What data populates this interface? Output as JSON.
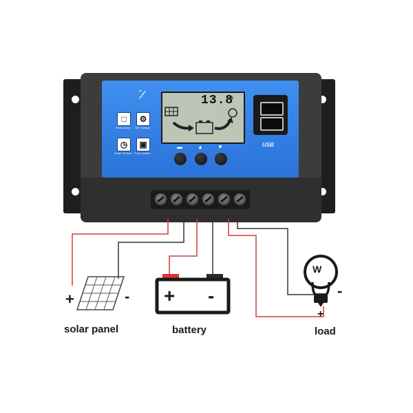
{
  "controller": {
    "logo_text": "˙∕",
    "lcd_voltage": "13.8",
    "lcd_unit": "V",
    "functions": [
      {
        "icon": "mode-icon",
        "glyph": "□",
        "label": "MOD select"
      },
      {
        "icon": "gear-icon",
        "glyph": "⚙",
        "label": "SET voltage"
      },
      {
        "icon": "clock-icon",
        "glyph": "◷",
        "label": "Mode 24 timer"
      },
      {
        "icon": "lock-icon",
        "glyph": "▣",
        "label": "FULL protect"
      }
    ],
    "keys": [
      {
        "name": "menu-key",
        "glyph": "▬"
      },
      {
        "name": "up-key",
        "glyph": "▲"
      },
      {
        "name": "down-key",
        "glyph": "▼"
      }
    ],
    "usb_label": "USB",
    "terminal_count": 6
  },
  "diagram": {
    "labels": {
      "solar_panel": "solar panel",
      "battery": "battery",
      "load": "load"
    },
    "signs": {
      "solar_plus": "+",
      "solar_minus": "-",
      "battery_plus": "+",
      "battery_minus": "-",
      "load_minus": "-",
      "load_plus": "+",
      "bulb_letter": "W"
    },
    "colors": {
      "wire_positive": "#d23a3a",
      "wire_negative": "#333333",
      "controller_face": "#3584e4",
      "battery_terminal_positive": "#e03030"
    }
  }
}
